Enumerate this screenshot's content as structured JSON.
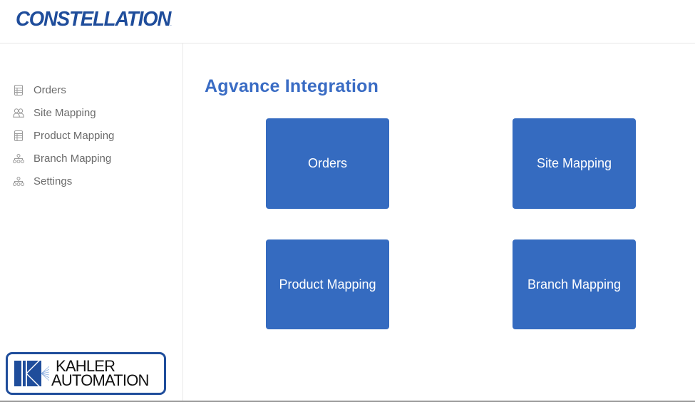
{
  "header": {
    "brand": "CONSTELLATION",
    "brand_mark": "."
  },
  "sidebar": {
    "items": [
      {
        "label": "Orders",
        "icon": "table-icon"
      },
      {
        "label": "Site Mapping",
        "icon": "users-icon"
      },
      {
        "label": "Product Mapping",
        "icon": "table-icon"
      },
      {
        "label": "Branch Mapping",
        "icon": "sitemap-icon"
      },
      {
        "label": "Settings",
        "icon": "sitemap-icon"
      }
    ],
    "footer_logo": {
      "line1": "KAHLER",
      "line2": "AUTOMATION",
      "tm": "."
    }
  },
  "main": {
    "title": "Agvance Integration",
    "tiles": [
      {
        "label": "Orders"
      },
      {
        "label": "Site Mapping"
      },
      {
        "label": "Product Mapping"
      },
      {
        "label": "Branch Mapping"
      }
    ]
  },
  "colors": {
    "brand": "#1f4d9b",
    "accent": "#3a6cc4",
    "tile": "#356bc0",
    "nav_text": "#6b6b6b"
  }
}
